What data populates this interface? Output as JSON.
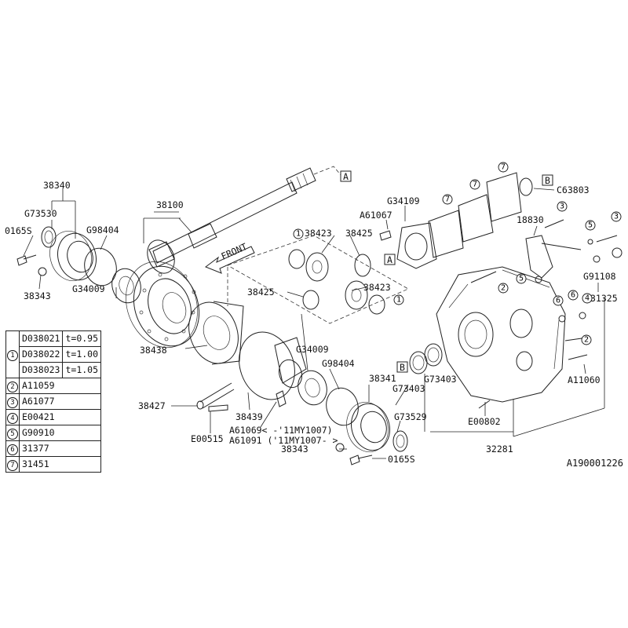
{
  "figure_id": "A190001226",
  "labels": {
    "p38340": "38340",
    "g73530": "G73530",
    "p0165s_top": "0165S",
    "g98404_left": "G98404",
    "p38343_left": "38343",
    "g34009_left": "G34009",
    "p38100": "38100",
    "front": "FRONT",
    "p38423_a": "38423",
    "p38425_a": "38425",
    "p38425_b": "38425",
    "p38423_b": "38423",
    "p38438": "38438",
    "g34109": "G34109",
    "a61067": "A61067",
    "c63803": "C63803",
    "p18830": "18830",
    "g91108": "G91108",
    "p31325": "31325",
    "a11060": "A11060",
    "g34009_mid": "G34009",
    "g98404_mid": "G98404",
    "p38341": "38341",
    "g73403_a": "G73403",
    "g73403_b": "G73403",
    "g73529": "G73529",
    "p38427": "38427",
    "p38439": "38439",
    "a61069": "A61069< -'11MY1007)",
    "a61091": "A61091 ('11MY1007- >",
    "e00515": "E00515",
    "p38343_mid": "38343",
    "p0165s_bot": "0165S",
    "e00802": "E00802",
    "p32281": "32281",
    "box_a": "A",
    "box_b": "B"
  },
  "legend": [
    {
      "num": "1",
      "part": "D038021",
      "spec": "t=0.95"
    },
    {
      "num": "",
      "part": "D038022",
      "spec": "t=1.00"
    },
    {
      "num": "",
      "part": "D038023",
      "spec": "t=1.05"
    },
    {
      "num": "2",
      "part": "A11059",
      "spec": ""
    },
    {
      "num": "3",
      "part": "A61077",
      "spec": ""
    },
    {
      "num": "4",
      "part": "E00421",
      "spec": ""
    },
    {
      "num": "5",
      "part": "G90910",
      "spec": ""
    },
    {
      "num": "6",
      "part": "31377",
      "spec": ""
    },
    {
      "num": "7",
      "part": "31451",
      "spec": ""
    }
  ],
  "callouts": {
    "c1": "1",
    "c2": "2",
    "c3": "3",
    "c4": "4",
    "c5": "5",
    "c6": "6",
    "c7": "7"
  }
}
